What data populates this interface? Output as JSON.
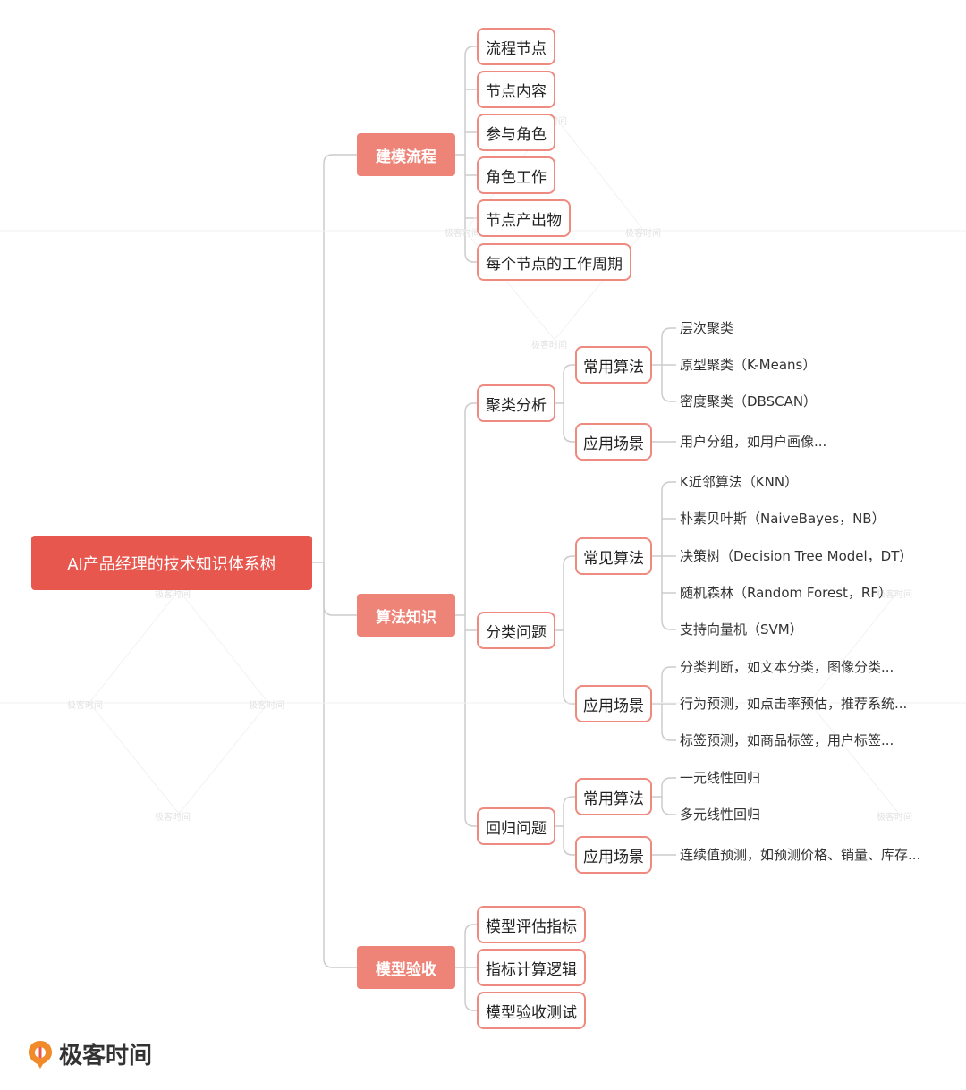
{
  "root": "AI产品经理的技术知识体系树",
  "branches": {
    "modeling": {
      "label": "建模流程",
      "items": [
        "流程节点",
        "节点内容",
        "参与角色",
        "角色工作",
        "节点产出物",
        "每个节点的工作周期"
      ]
    },
    "algorithm": {
      "label": "算法知识",
      "clustering": {
        "label": "聚类分析",
        "common": {
          "label": "常用算法",
          "items": [
            "层次聚类",
            "原型聚类（K-Means）",
            "密度聚类（DBSCAN）"
          ]
        },
        "apps": {
          "label": "应用场景",
          "items": [
            "用户分组，如用户画像..."
          ]
        }
      },
      "classification": {
        "label": "分类问题",
        "common": {
          "label": "常见算法",
          "items": [
            "K近邻算法（KNN）",
            "朴素贝叶斯（NaiveBayes，NB）",
            "决策树（Decision Tree Model，DT）",
            "随机森林（Random Forest，RF）",
            "支持向量机（SVM）"
          ]
        },
        "apps": {
          "label": "应用场景",
          "items": [
            "分类判断，如文本分类，图像分类...",
            "行为预测，如点击率预估，推荐系统...",
            "标签预测，如商品标签，用户标签..."
          ]
        }
      },
      "regression": {
        "label": "回归问题",
        "common": {
          "label": "常用算法",
          "items": [
            "一元线性回归",
            "多元线性回归"
          ]
        },
        "apps": {
          "label": "应用场景",
          "items": [
            "连续值预测，如预测价格、销量、库存..."
          ]
        }
      }
    },
    "validation": {
      "label": "模型验收",
      "items": [
        "模型评估指标",
        "指标计算逻辑",
        "模型验收测试"
      ]
    }
  },
  "watermark": "极客时间",
  "logo": {
    "text": "极客时间",
    "icon": "geektime-logo-icon"
  },
  "colors": {
    "root": "#e8574e",
    "level1": "#ee8478",
    "border": "#ee8a80",
    "line": "#cccccc"
  }
}
